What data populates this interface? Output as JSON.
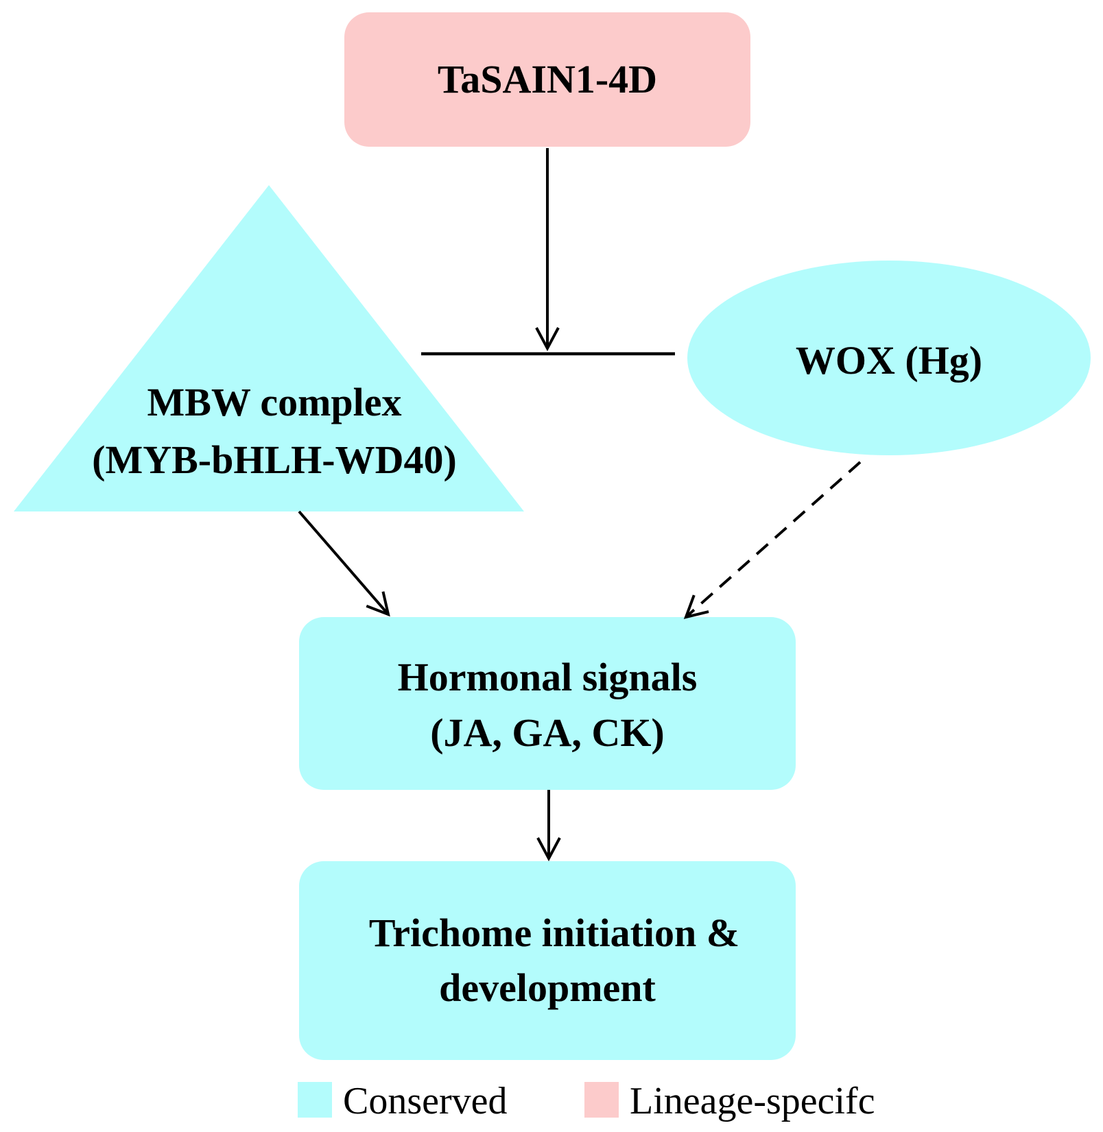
{
  "colors": {
    "conserved": "#b3fcfc",
    "lineage_specific": "#fccbcb",
    "line": "#000000"
  },
  "nodes": {
    "tasain": {
      "label": "TaSAIN1-4D"
    },
    "mbw": {
      "line1": "MBW complex",
      "line2": "(MYB-bHLH-WD40)"
    },
    "wox": {
      "label": "WOX (Hg)"
    },
    "hormonal": {
      "line1": "Hormonal signals",
      "line2": "(JA, GA, CK)"
    },
    "trichome": {
      "line1": "Trichome initiation &",
      "line2": "development"
    }
  },
  "edges": [
    {
      "from": "tasain",
      "to": "mbw-wox-interaction",
      "type": "arrow"
    },
    {
      "from": "mbw",
      "to": "wox",
      "type": "interaction-line"
    },
    {
      "from": "mbw",
      "to": "hormonal",
      "type": "arrow"
    },
    {
      "from": "wox",
      "to": "hormonal",
      "type": "dashed-arrow"
    },
    {
      "from": "hormonal",
      "to": "trichome",
      "type": "arrow"
    }
  ],
  "legend": {
    "conserved_label": "Conserved",
    "lineage_label": "Lineage-specifc"
  }
}
